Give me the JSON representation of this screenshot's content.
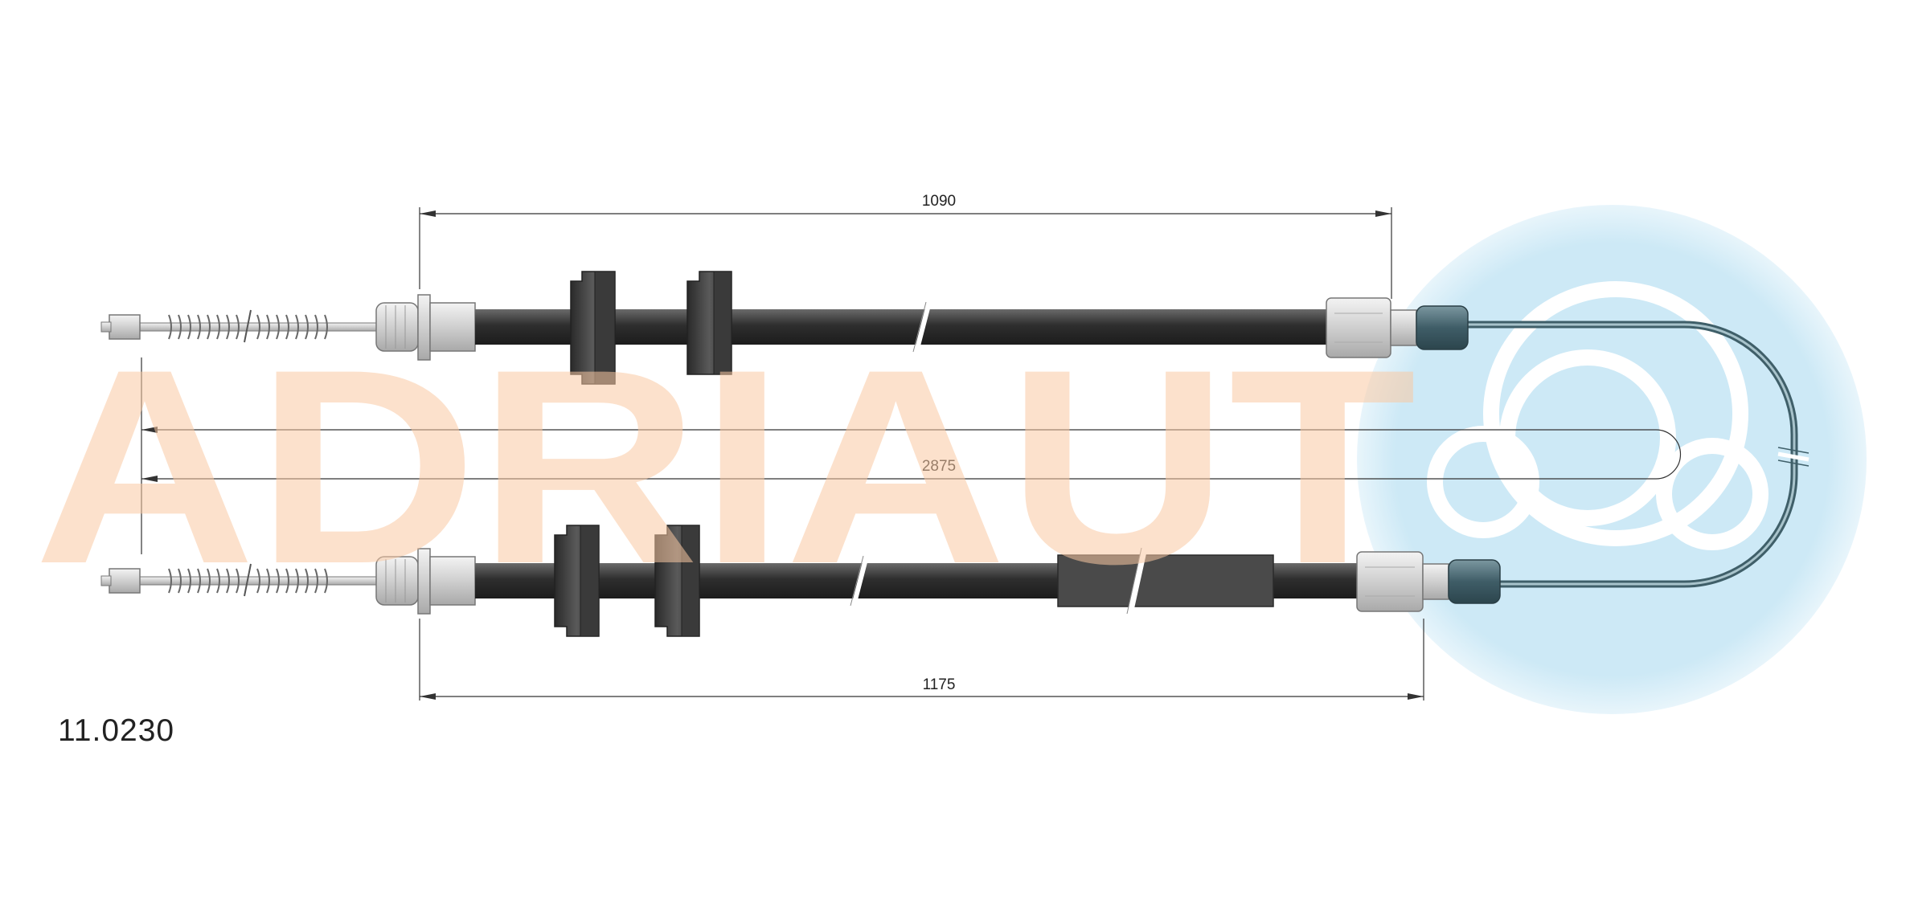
{
  "drawing": {
    "part_number": "11.0230",
    "dimensions": {
      "top_sheath_length": "1090",
      "overall_length": "2875",
      "bottom_sheath_length": "1175"
    }
  },
  "watermark": {
    "brand_text": "ADRIAUT",
    "brand_color": "#f9d0b0",
    "logo_circle_color": "#d3ecf7"
  },
  "colors": {
    "sheath": "#3c3c3c",
    "grommet": "#4a4a4a",
    "fitting": "#d9d9d9",
    "end_cap": "#4e6f7a",
    "inner_wire": "#5e7e88",
    "dimension_line": "#333333"
  }
}
